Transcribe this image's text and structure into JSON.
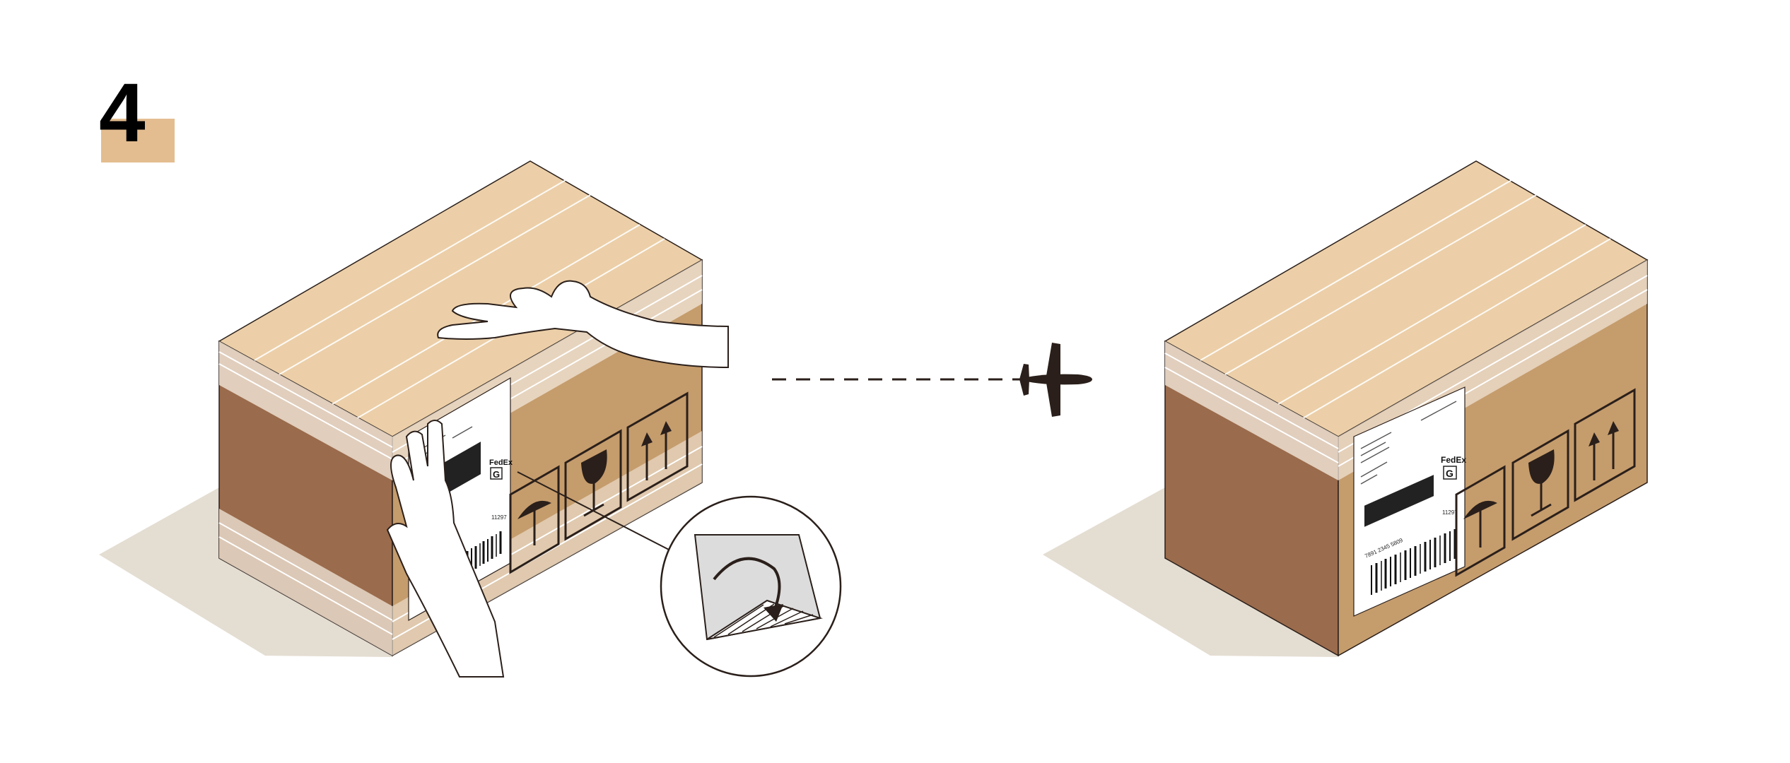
{
  "step": {
    "number": "4"
  },
  "label": {
    "carrier_logo": "FedEx",
    "carrier_service_mark": "G",
    "tracking_text": "7891 2345 5809",
    "postal_code_text": "11297"
  },
  "colors": {
    "step_badge": "#e3bd90",
    "box_top": "#eccfa8",
    "box_front": "#c59c6c",
    "box_side": "#9a6b4c",
    "shadow": "#e4ddd2",
    "line": "#2a1f1a"
  },
  "icons": [
    "hands-icon",
    "airplane-icon",
    "peel-label-zoom-icon",
    "umbrella-icon",
    "wine-glass-icon",
    "this-way-up-icon"
  ]
}
